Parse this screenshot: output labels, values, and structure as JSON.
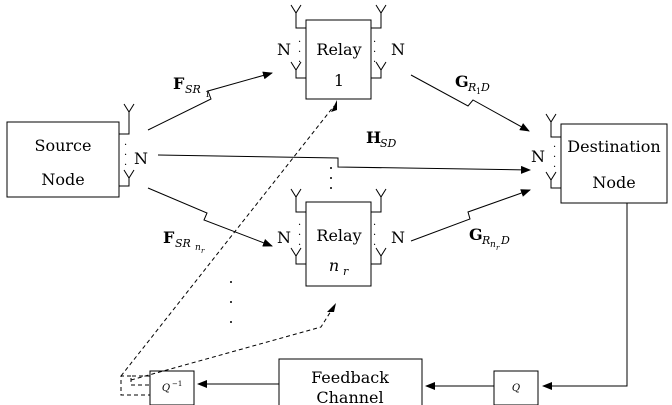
{
  "blocks": {
    "source": {
      "line1": "Source",
      "line2": "Node"
    },
    "destination": {
      "line1": "Destination",
      "line2": "Node"
    },
    "relay1": {
      "line1": "Relay",
      "line2": "1"
    },
    "relayN": {
      "line1": "Relay",
      "line2_main": "n",
      "line2_sub": "r"
    },
    "feedback": {
      "line1": "Feedback",
      "line2": "Channel"
    }
  },
  "antenna_count": "N",
  "channels": {
    "f_sr1": {
      "main": "F",
      "sub": "SR",
      "subsub": "1"
    },
    "f_srn": {
      "main": "F",
      "sub": "SR",
      "subsub": "n",
      "subsubsub": "r"
    },
    "h_sd": {
      "main": "H",
      "sub": "SD"
    },
    "g_r1d": {
      "main": "G",
      "sub": "R",
      "subsub": "1",
      "tail": "D"
    },
    "g_rnd": {
      "main": "G",
      "sub": "R",
      "subsub": "n",
      "subsubsub": "r",
      "tail": "D"
    }
  },
  "quantizer": {
    "q": "Q",
    "qinv_main": "Q",
    "qinv_exp": "−1"
  }
}
